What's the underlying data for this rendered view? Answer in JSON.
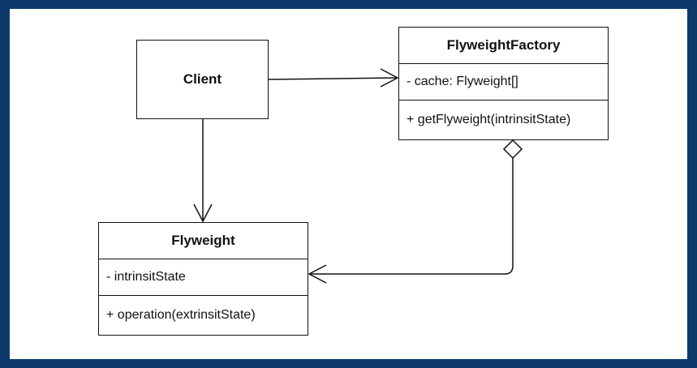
{
  "client": {
    "name": "Client"
  },
  "flyweight_factory": {
    "name": "FlyweightFactory",
    "attributes": [
      "- cache: Flyweight[]"
    ],
    "operations": [
      "+ getFlyweight(intrinsitState)"
    ]
  },
  "flyweight": {
    "name": "Flyweight",
    "attributes": [
      "- intrinsitState"
    ],
    "operations": [
      "+ operation(extrinsitState)"
    ]
  },
  "relations": [
    {
      "from": "Client",
      "to": "FlyweightFactory",
      "type": "association"
    },
    {
      "from": "Client",
      "to": "Flyweight",
      "type": "association"
    },
    {
      "from": "FlyweightFactory",
      "to": "Flyweight",
      "type": "aggregation"
    }
  ]
}
